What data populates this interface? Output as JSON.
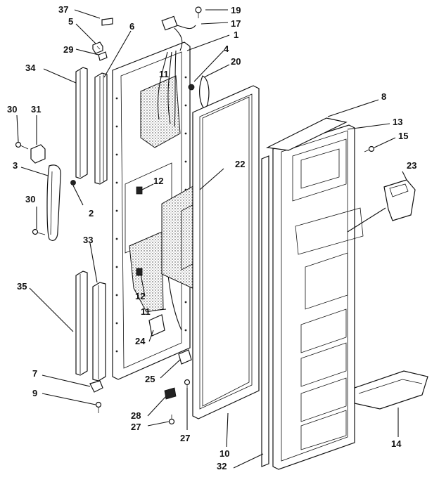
{
  "diagram": {
    "callouts": [
      {
        "id": "c37",
        "text": "37"
      },
      {
        "id": "c5",
        "text": "5"
      },
      {
        "id": "c29",
        "text": "29"
      },
      {
        "id": "c34",
        "text": "34"
      },
      {
        "id": "c6",
        "text": "6"
      },
      {
        "id": "c19",
        "text": "19"
      },
      {
        "id": "c17",
        "text": "17"
      },
      {
        "id": "c1",
        "text": "1"
      },
      {
        "id": "c4",
        "text": "4"
      },
      {
        "id": "c20",
        "text": "20"
      },
      {
        "id": "c11a",
        "text": "11"
      },
      {
        "id": "c8",
        "text": "8"
      },
      {
        "id": "c13",
        "text": "13"
      },
      {
        "id": "c15",
        "text": "15"
      },
      {
        "id": "c30a",
        "text": "30"
      },
      {
        "id": "c31",
        "text": "31"
      },
      {
        "id": "c3",
        "text": "3"
      },
      {
        "id": "c22",
        "text": "22"
      },
      {
        "id": "c23",
        "text": "23"
      },
      {
        "id": "c12a",
        "text": "12"
      },
      {
        "id": "c2",
        "text": "2"
      },
      {
        "id": "c30b",
        "text": "30"
      },
      {
        "id": "c33",
        "text": "33"
      },
      {
        "id": "c35",
        "text": "35"
      },
      {
        "id": "c12b",
        "text": "12"
      },
      {
        "id": "c11b",
        "text": "11"
      },
      {
        "id": "c24",
        "text": "24"
      },
      {
        "id": "c7",
        "text": "7"
      },
      {
        "id": "c25",
        "text": "25"
      },
      {
        "id": "c9",
        "text": "9"
      },
      {
        "id": "c28",
        "text": "28"
      },
      {
        "id": "c27a",
        "text": "27"
      },
      {
        "id": "c27b",
        "text": "27"
      },
      {
        "id": "c10",
        "text": "10"
      },
      {
        "id": "c32",
        "text": "32"
      },
      {
        "id": "c14",
        "text": "14"
      }
    ]
  }
}
